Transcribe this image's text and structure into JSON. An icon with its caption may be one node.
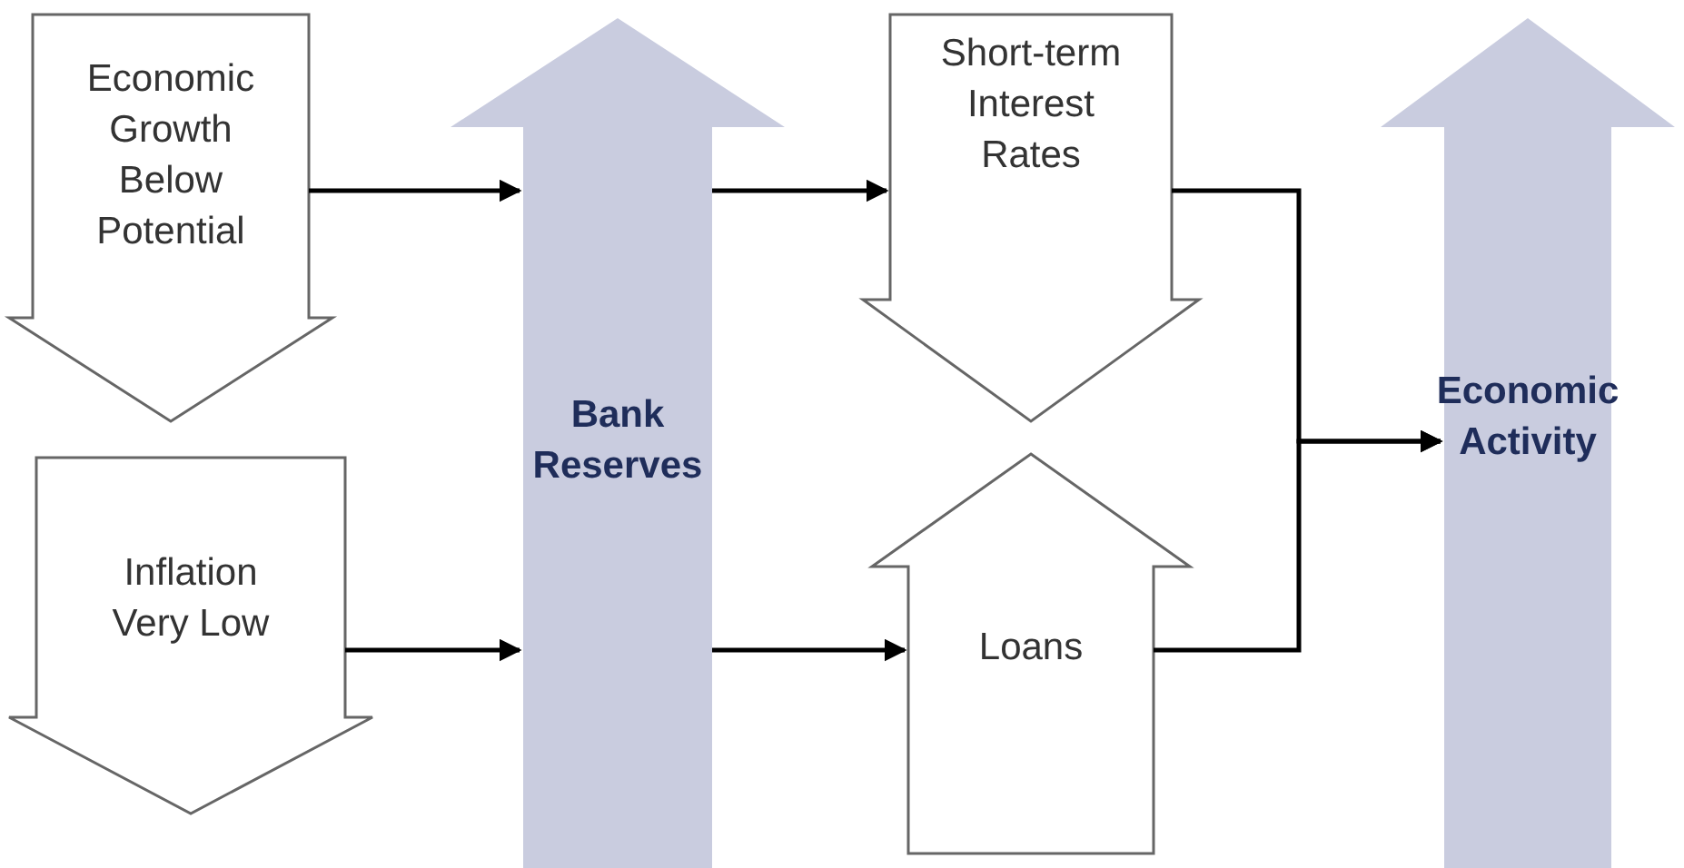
{
  "diagram": {
    "nodes": [
      {
        "text": [
          "Economic Growth Below Potential"
        ]
      },
      {
        "text": [
          "Inflation Very Low"
        ]
      },
      {
        "text": [
          "Bank Reserves"
        ]
      },
      {
        "text": [
          "Short-term Interest Rates"
        ]
      },
      {
        "text": [
          "Loans"
        ]
      },
      {
        "text": [
          "Economic Activity"
        ]
      }
    ],
    "edges": [
      {
        "from": 0,
        "to": 2,
        "arrow": "to"
      },
      {
        "from": 1,
        "to": 2,
        "arrow": "to"
      },
      {
        "from": 2,
        "to": 3,
        "arrow": "to"
      },
      {
        "from": 2,
        "to": 4,
        "arrow": "to"
      },
      {
        "from": 3,
        "to": 5,
        "arrow": "to"
      },
      {
        "from": 4,
        "to": 5,
        "arrow": "to"
      }
    ]
  }
}
